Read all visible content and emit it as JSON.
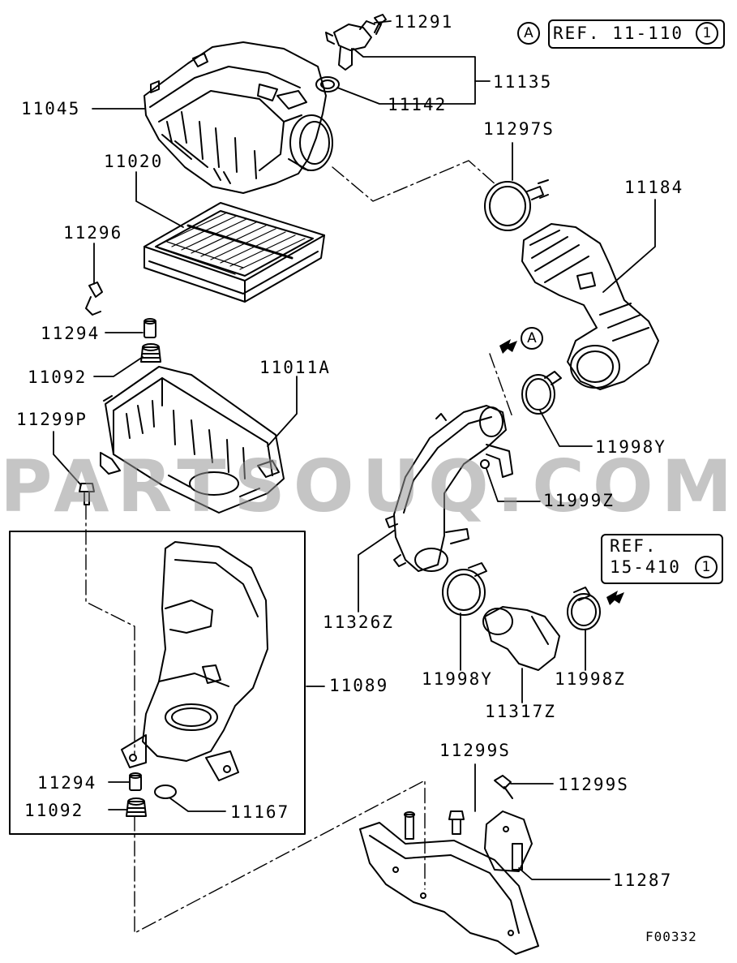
{
  "watermark": "PARTSOUQ.COM",
  "figure_code": "F00332",
  "references": {
    "top_right_marker": "A",
    "top_right_text": "REF. 11-110",
    "top_right_circle": "1",
    "mid_marker": "A",
    "bottom_right_line1": "REF.",
    "bottom_right_line2": "15-410",
    "bottom_right_circle": "1"
  },
  "parts": {
    "p11291": "11291",
    "p11135": "11135",
    "p11142": "11142",
    "p11045": "11045",
    "p11297S": "11297S",
    "p11184": "11184",
    "p11020": "11020",
    "p11296": "11296",
    "p11294_top": "11294",
    "p11092_top": "11092",
    "p11011A": "11011A",
    "p11299P": "11299P",
    "p11998Y_upper": "11998Y",
    "p11999Z": "11999Z",
    "p11326Z": "11326Z",
    "p11089": "11089",
    "p11998Y_lower": "11998Y",
    "p11998Z": "11998Z",
    "p11317Z": "11317Z",
    "p11294_bottom": "11294",
    "p11092_bottom": "11092",
    "p11167": "11167",
    "p11299S_a": "11299S",
    "p11299S_b": "11299S",
    "p11287": "11287"
  }
}
